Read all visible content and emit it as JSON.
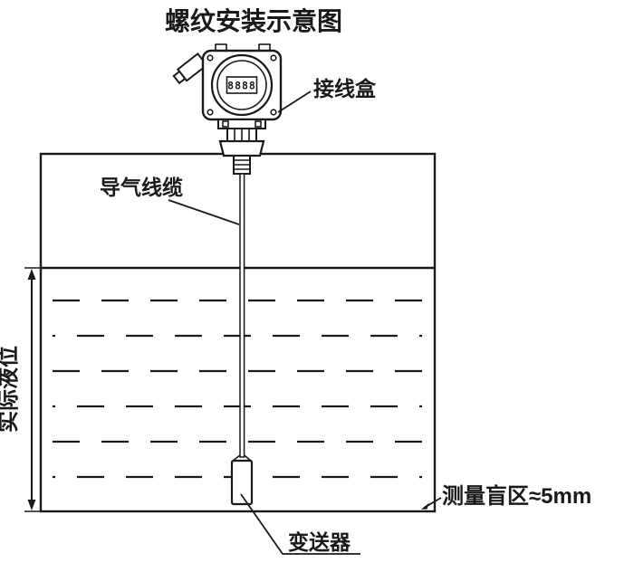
{
  "title": "螺纹安装示意图",
  "display": {
    "digits": "8888"
  },
  "labels": {
    "junction_box": "接线盒",
    "air_cable": "导气线缆",
    "actual_level": "实际液位",
    "blind_zone": "测量盲区≈5mm",
    "transmitter": "变送器"
  },
  "colors": {
    "line": "#1a1a1a",
    "background": "#ffffff"
  }
}
